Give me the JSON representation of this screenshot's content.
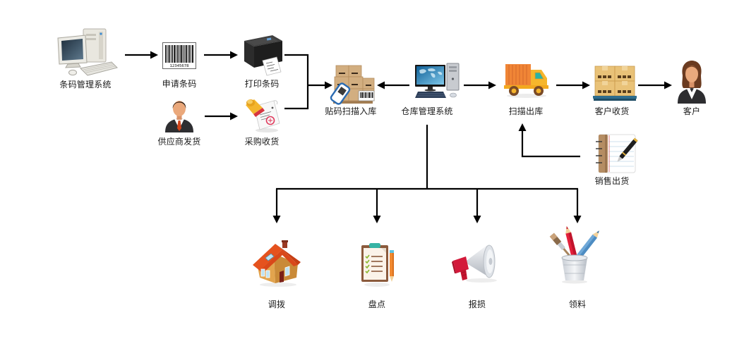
{
  "diagram": {
    "nodes": {
      "barcode_system": {
        "label": "条码管理系统",
        "icon": "desktop-computer-icon"
      },
      "apply_barcode": {
        "label": "申请条码",
        "icon": "barcode-icon",
        "barcode_number": "12345678"
      },
      "print_barcode": {
        "label": "打印条码",
        "icon": "label-printer-icon"
      },
      "supplier_delivery": {
        "label": "供应商发货",
        "icon": "businessman-icon"
      },
      "purchase_receipt": {
        "label": "采购收货",
        "icon": "stamp-receipt-icon"
      },
      "scan_inbound": {
        "label": "贴码扫描入库",
        "icon": "boxes-scanner-icon"
      },
      "wms": {
        "label": "仓库管理系统",
        "icon": "computer-workstation-icon"
      },
      "scan_outbound": {
        "label": "扫描出库",
        "icon": "delivery-truck-icon"
      },
      "customer_receipt": {
        "label": "客户收货",
        "icon": "pallet-boxes-icon"
      },
      "customer": {
        "label": "客户",
        "icon": "businesswoman-icon"
      },
      "sales_outbound": {
        "label": "销售出货",
        "icon": "notebook-pen-icon"
      },
      "transfer": {
        "label": "调拨",
        "icon": "house-icon"
      },
      "stocktake": {
        "label": "盘点",
        "icon": "clipboard-checklist-icon"
      },
      "write_off": {
        "label": "报损",
        "icon": "megaphone-icon"
      },
      "requisition": {
        "label": "领料",
        "icon": "pencil-cup-icon"
      }
    },
    "edges": [
      {
        "from": "条码管理系统",
        "to": "申请条码"
      },
      {
        "from": "申请条码",
        "to": "打印条码"
      },
      {
        "from": "供应商发货",
        "to": "采购收货"
      },
      {
        "from": "打印条码",
        "to": "贴码扫描入库"
      },
      {
        "from": "采购收货",
        "to": "贴码扫描入库"
      },
      {
        "from": "仓库管理系统",
        "to": "贴码扫描入库"
      },
      {
        "from": "仓库管理系统",
        "to": "扫描出库"
      },
      {
        "from": "扫描出库",
        "to": "客户收货"
      },
      {
        "from": "客户收货",
        "to": "客户"
      },
      {
        "from": "销售出货",
        "to": "扫描出库"
      },
      {
        "from": "仓库管理系统",
        "to": "调拨"
      },
      {
        "from": "仓库管理系统",
        "to": "盘点"
      },
      {
        "from": "仓库管理系统",
        "to": "报损"
      },
      {
        "from": "仓库管理系统",
        "to": "领料"
      }
    ]
  },
  "colors": {
    "background": "#ffffff",
    "connector": "#000000",
    "label_text": "#1a1a1a"
  }
}
